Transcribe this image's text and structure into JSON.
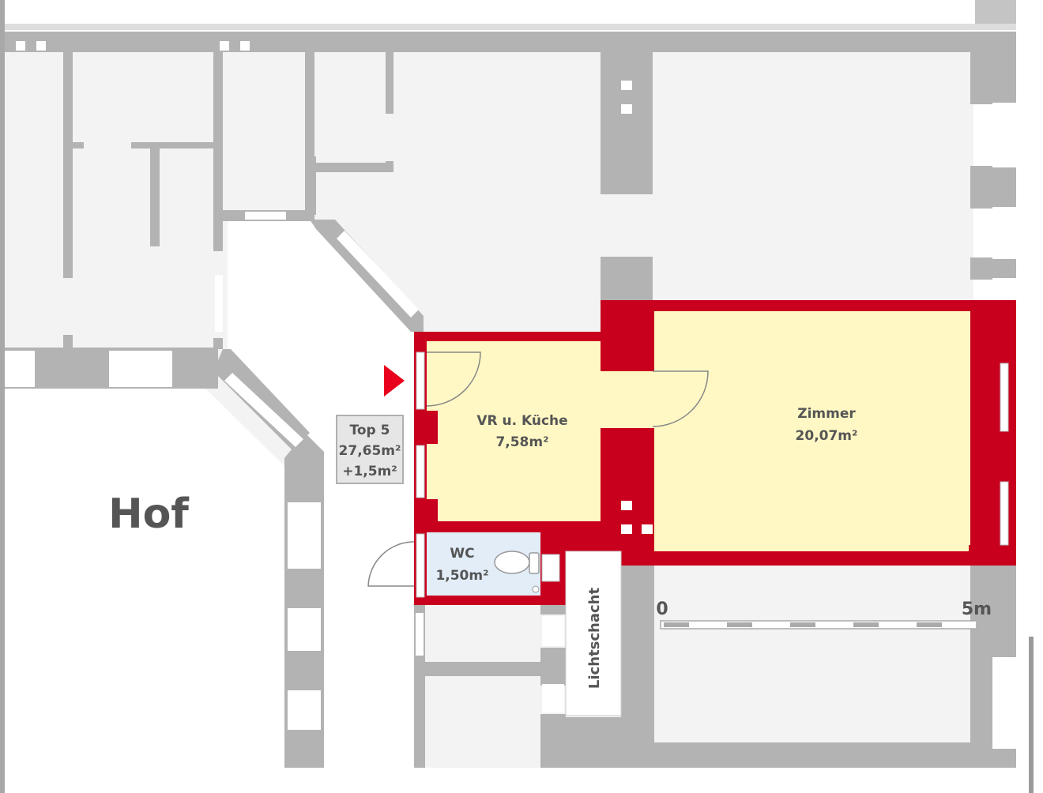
{
  "colors": {
    "wall_existing": "#b3b3b3",
    "floor_other": "#f3f3f3",
    "wall_unit": "#c8001e",
    "room_living": "#fff8c4",
    "room_wc": "#e2edf8",
    "entrance_marker": "#e8001c",
    "label": "#555555"
  },
  "labels": {
    "courtyard": "Hof",
    "shaft": "Lichtschacht"
  },
  "unit": {
    "line1": "Top 5",
    "line2": "27,65m²",
    "line3": "+1,5m²"
  },
  "rooms": {
    "kitchen": {
      "name": "VR u. Küche",
      "area": "7,58m²"
    },
    "room": {
      "name": "Zimmer",
      "area": "20,07m²"
    },
    "wc": {
      "name": "WC",
      "area": "1,50m²"
    }
  },
  "scale": {
    "start_label": "0",
    "end_label": "5m",
    "segments": 10
  }
}
